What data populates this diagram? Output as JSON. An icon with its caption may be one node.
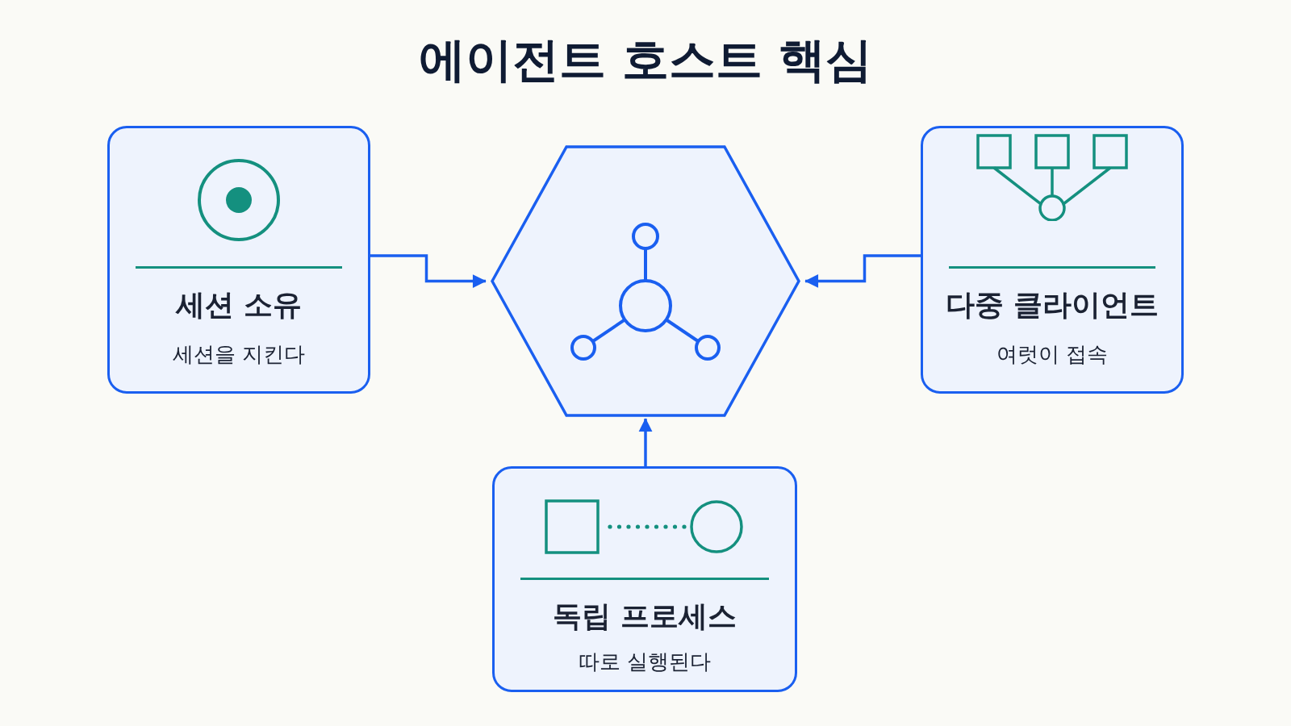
{
  "diagram": {
    "title": "에이전트 호스트 핵심",
    "nodes": [
      {
        "text": [
          "세션 소유",
          "세션을 지킨다"
        ]
      },
      {
        "text": [],
        "shape": "hexagon"
      },
      {
        "text": [
          "다중 클라이언트",
          "여럿이 접속"
        ]
      },
      {
        "text": [
          "독립 프로세스",
          "따로 실행된다"
        ]
      }
    ],
    "edges": [
      {
        "from": 0,
        "to": 1,
        "arrow": "to"
      },
      {
        "from": 2,
        "to": 1,
        "arrow": "to"
      },
      {
        "from": 3,
        "to": 1,
        "arrow": "to"
      }
    ]
  }
}
